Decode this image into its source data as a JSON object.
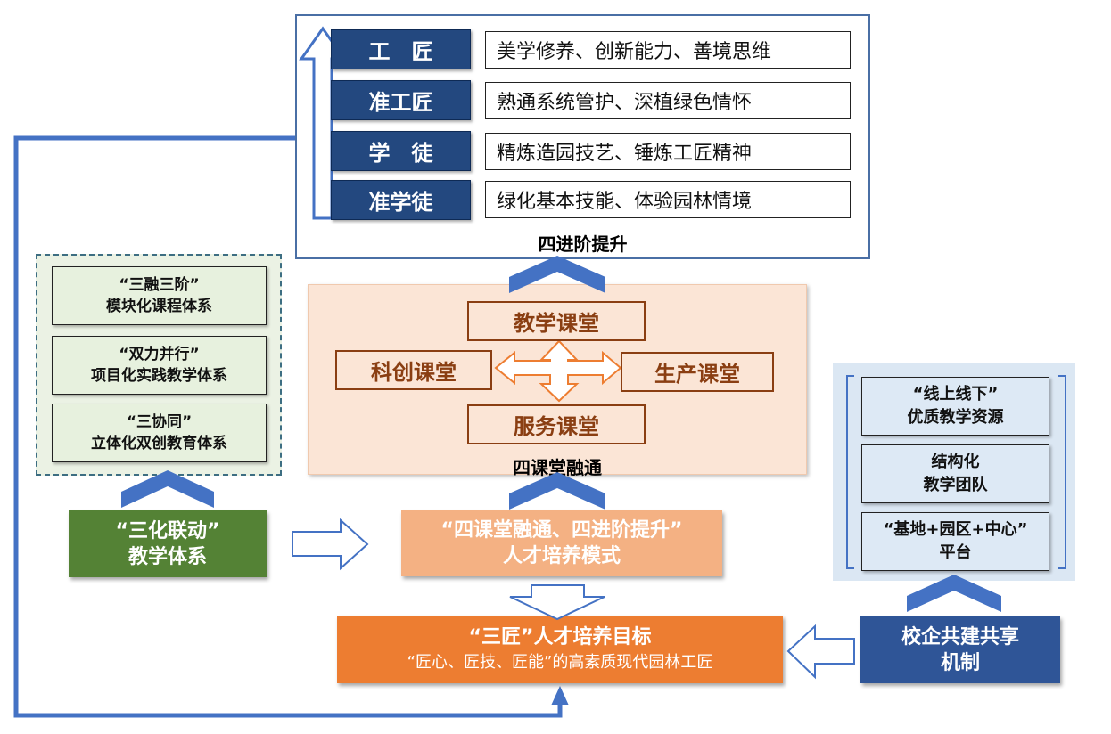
{
  "top_panel": {
    "caption": "四进阶提升",
    "levels": [
      {
        "label": "工　匠",
        "description": "美学修养、创新能力、善境思维"
      },
      {
        "label": "准工匠",
        "description": "熟通系统管护、深植绿色情怀"
      },
      {
        "label": "学　徒",
        "description": "精炼造园技艺、锤炼工匠精神"
      },
      {
        "label": "准学徒",
        "description": "绿化基本技能、体验园林情境"
      }
    ]
  },
  "left_panel": {
    "boxes": [
      {
        "line1": "“三融三阶”",
        "line2": "模块化课程体系"
      },
      {
        "line1": "“双力并行”",
        "line2": "项目化实践教学体系"
      },
      {
        "line1": "“三协同”",
        "line2": "立体化双创教育体系"
      }
    ]
  },
  "center_panel": {
    "caption": "四课堂融通",
    "top": "教学课堂",
    "left": "科创课堂",
    "right": "生产课堂",
    "bottom": "服务课堂"
  },
  "right_panel": {
    "boxes": [
      {
        "line1": "“线上线下”",
        "line2": "优质教学资源"
      },
      {
        "line1": "结构化",
        "line2": "教学团队"
      },
      {
        "line1": "“基地+园区+中心”",
        "line2": "平台"
      }
    ]
  },
  "sanhua": {
    "line1": "“三化联动”",
    "line2": "教学体系"
  },
  "model": {
    "line1": "“四课堂融通、四进阶提升”",
    "line2": "人才培养模式"
  },
  "goal": {
    "title": "“三匠”人才培养目标",
    "subtitle": "“匠心、匠技、匠能”的高素质现代园林工匠"
  },
  "mechanism": {
    "line1": "校企共建共享",
    "line2": "机制"
  },
  "colors": {
    "navy": "#23487f",
    "green": "#548235",
    "peach": "#f4b183",
    "orange": "#ed7d31",
    "blue": "#2f5597",
    "connector": "#4472c4"
  }
}
